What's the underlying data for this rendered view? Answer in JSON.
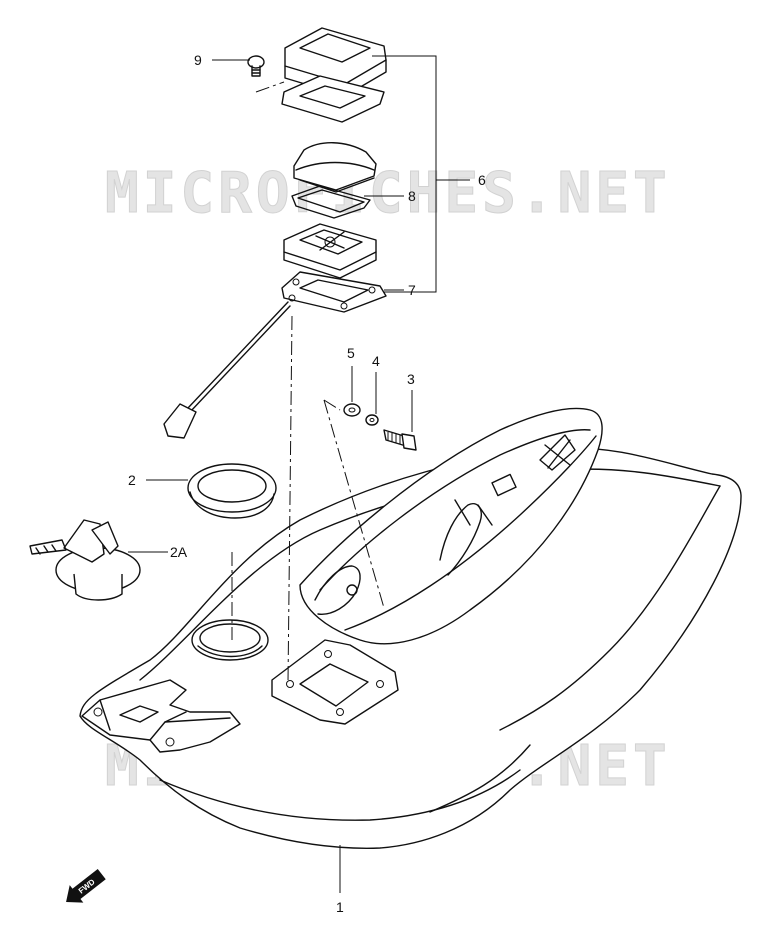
{
  "watermarks": [
    "MICROFICHES.NET",
    "MICROFICHES.NET"
  ],
  "callouts": {
    "p1": "1",
    "p2": "2",
    "p2a": "2A",
    "p3": "3",
    "p4": "4",
    "p5": "5",
    "p6": "6",
    "p7": "7",
    "p8": "8",
    "p9": "9"
  },
  "fwd_label": "FWD"
}
